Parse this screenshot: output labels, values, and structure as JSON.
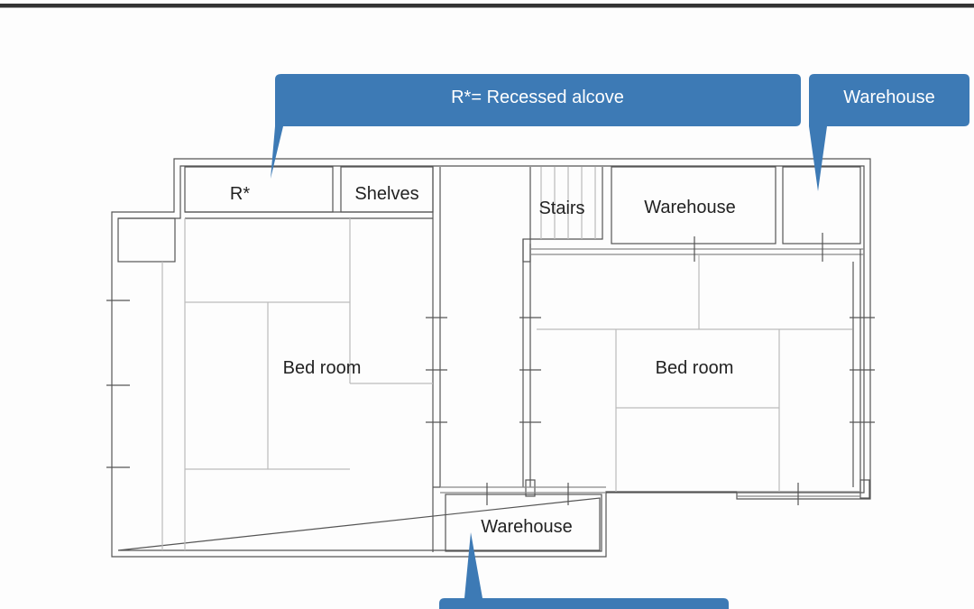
{
  "callouts": {
    "alcove_note": "R*= Recessed alcove",
    "warehouse_top": "Warehouse",
    "warehouse_bottom": ""
  },
  "rooms": {
    "alcove": "R*",
    "shelves": "Shelves",
    "stairs": "Stairs",
    "warehouse_upper": "Warehouse",
    "bedroom_left": "Bed room",
    "bedroom_right": "Bed room",
    "warehouse_lower": "Warehouse"
  },
  "colors": {
    "callout": "#3d7ab5",
    "wall": "#555555"
  }
}
